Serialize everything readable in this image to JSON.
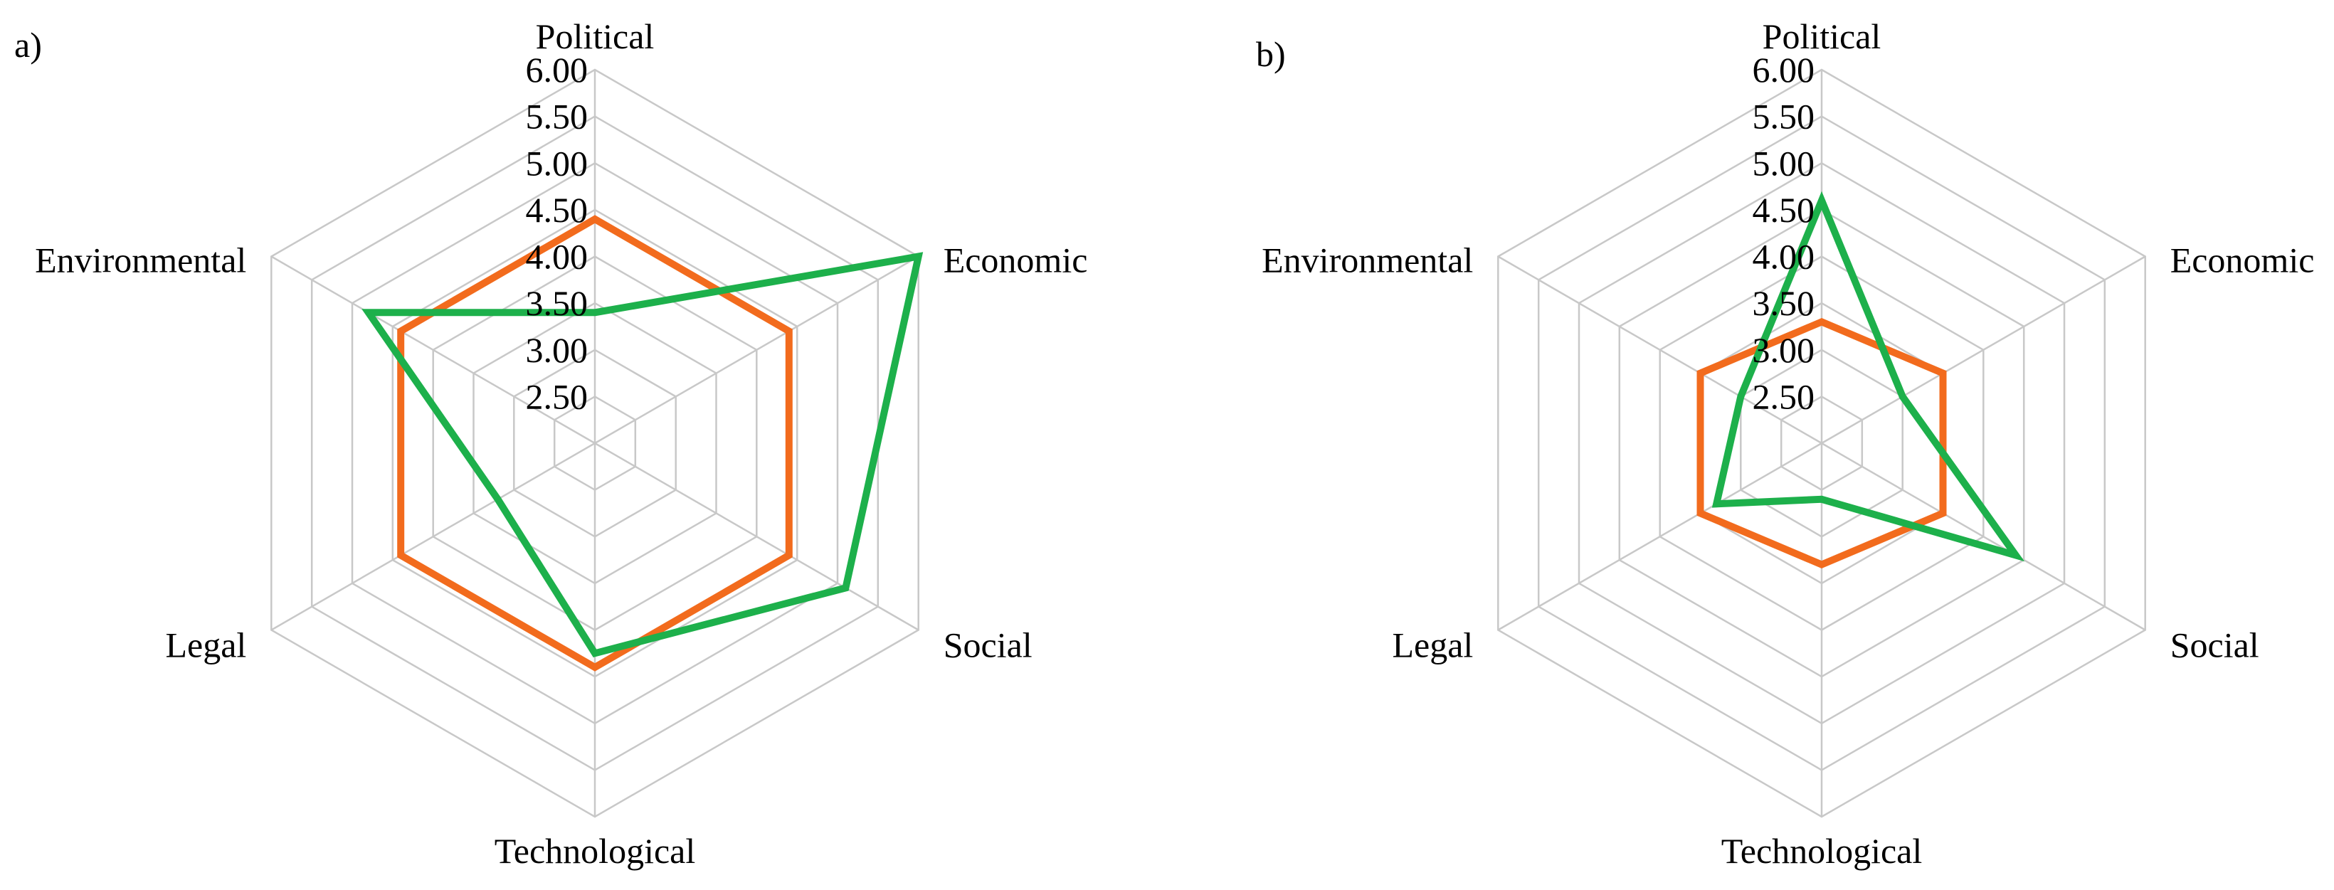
{
  "chart_data": [
    {
      "type": "radar",
      "panel_label": "a)",
      "axes": [
        "Political",
        "Economic",
        "Social",
        "Technological",
        "Legal",
        "Environmental"
      ],
      "ticks": [
        "2.50",
        "3.00",
        "3.50",
        "4.00",
        "4.50",
        "5.00",
        "5.50",
        "6.00"
      ],
      "range": [
        2.0,
        6.0
      ],
      "grid": true,
      "series": [
        {
          "values": [
            4.4,
            4.4,
            4.4,
            4.4,
            4.4,
            4.4
          ],
          "color": "#F26B1D"
        },
        {
          "values": [
            3.4,
            6.0,
            5.1,
            4.25,
            3.2,
            4.8
          ],
          "color": "#1DB04B"
        }
      ]
    },
    {
      "type": "radar",
      "panel_label": "b)",
      "axes": [
        "Political",
        "Economic",
        "Social",
        "Technological",
        "Legal",
        "Environmental"
      ],
      "ticks": [
        "2.50",
        "3.00",
        "3.50",
        "4.00",
        "4.50",
        "5.00",
        "5.50",
        "6.00"
      ],
      "range": [
        2.0,
        6.0
      ],
      "grid": true,
      "series": [
        {
          "values": [
            3.3,
            3.5,
            3.5,
            3.3,
            3.5,
            3.5
          ],
          "color": "#F26B1D"
        },
        {
          "values": [
            4.6,
            3.0,
            4.4,
            2.6,
            3.3,
            3.0
          ],
          "color": "#1DB04B"
        }
      ]
    }
  ]
}
